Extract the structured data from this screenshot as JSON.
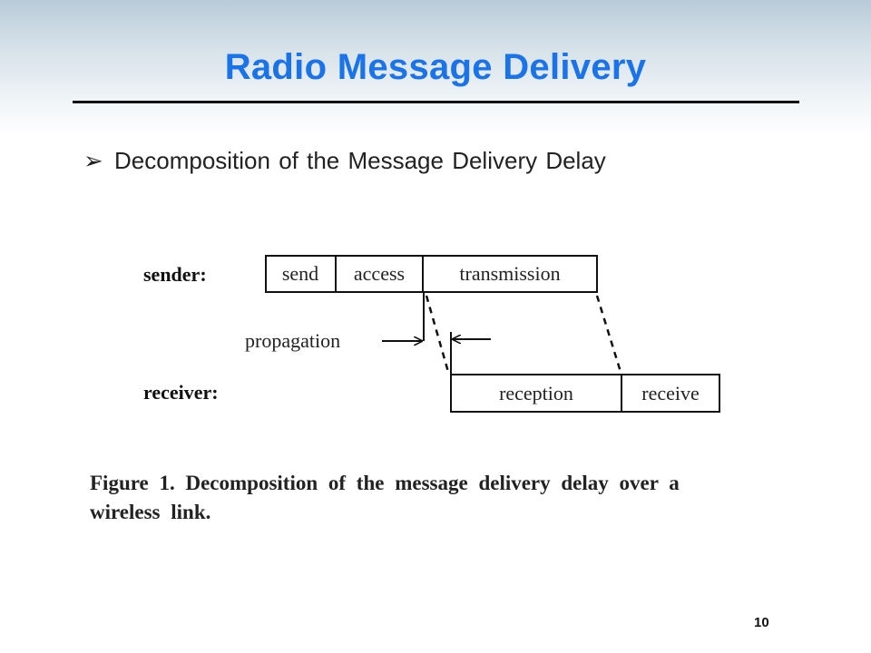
{
  "slide": {
    "title": "Radio Message Delivery",
    "bullet_marker": "➢",
    "bullet_text": "Decomposition of the Message Delivery Delay",
    "page_number": "10"
  },
  "diagram": {
    "sender_label": "sender:",
    "receiver_label": "receiver:",
    "propagation_label": "propagation",
    "sender_boxes": [
      "send",
      "access",
      "transmission"
    ],
    "receiver_boxes": [
      "reception",
      "receive"
    ]
  },
  "caption": {
    "line1": "Figure 1. Decomposition of the message delivery delay over a",
    "line2": "wireless link."
  }
}
